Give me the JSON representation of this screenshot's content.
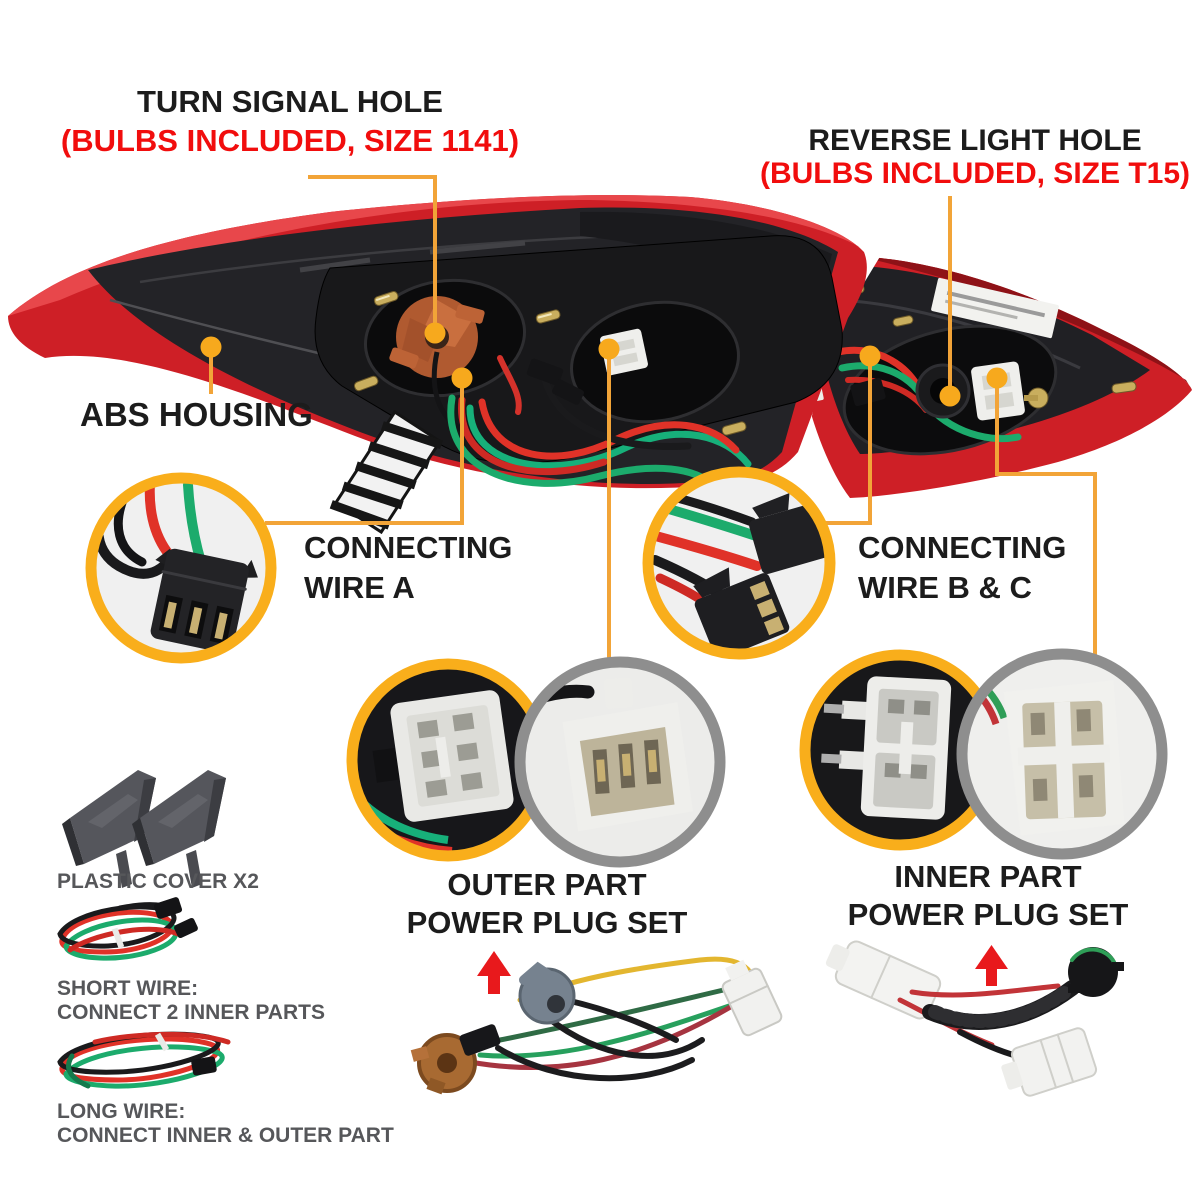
{
  "labels": {
    "turn_signal_title": "TURN SIGNAL HOLE",
    "turn_signal_sub": "(BULBS INCLUDED, SIZE 1141)",
    "reverse_title": "REVERSE LIGHT HOLE",
    "reverse_sub": "(BULBS INCLUDED, SIZE T15)",
    "abs_housing": "ABS HOUSING",
    "wire_a_1": "CONNECTING",
    "wire_a_2": "WIRE A",
    "wire_bc_1": "CONNECTING",
    "wire_bc_2": "WIRE B & C",
    "outer_plug_1": "OUTER PART",
    "outer_plug_2": "POWER PLUG SET",
    "inner_plug_1": "INNER PART",
    "inner_plug_2": "POWER PLUG SET",
    "plastic_cover": "PLASTIC COVER X2",
    "short_wire_1": "SHORT WIRE:",
    "short_wire_2": "CONNECT 2 INNER PARTS",
    "long_wire_1": "LONG WIRE:",
    "long_wire_2": "CONNECT INNER & OUTER PART"
  },
  "colors": {
    "accent_line": "#F2A438",
    "accent_dot": "#F7A91D",
    "accent_ring": "#F9AE1B",
    "gray_ring": "#8E8E8E",
    "red_text": "#F10D0D",
    "heading_text": "#1C1C1C",
    "gray_text": "#56575A",
    "arrow_red": "#E8191C",
    "lens_red": "#CE1F26",
    "wire_green": "#1CAB6C",
    "wire_red": "#E03228",
    "socket_orange": "#B5623A"
  },
  "icons": {
    "up_arrow_left": "up-arrow",
    "up_arrow_right": "up-arrow"
  }
}
